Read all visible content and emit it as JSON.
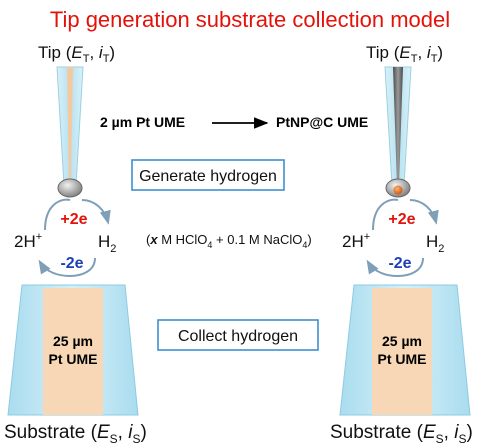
{
  "title": "Tip generation substrate collection model",
  "left_tip": {
    "label_prefix": "Tip (",
    "E": "E",
    "E_sub": "T",
    "sep": ", ",
    "i": "i",
    "i_sub": "T",
    "close": ")"
  },
  "right_tip": {
    "label_prefix": "Tip (",
    "E": "E",
    "E_sub": "T",
    "sep": ", ",
    "i": "i",
    "i_sub": "T",
    "close": ")"
  },
  "electrode_left": "2 µm Pt UME",
  "electrode_right": "PtNP@C UME",
  "generate_box": "Generate hydrogen",
  "collect_box": "Collect hydrogen",
  "left_cycle": {
    "top": "+2e",
    "left": "2H",
    "left_sup": "+",
    "right": "H",
    "right_sub": "2",
    "bottom": "-2e"
  },
  "right_cycle": {
    "top": "+2e",
    "left": "2H",
    "left_sup": "+",
    "right": "H",
    "right_sub": "2",
    "bottom": "-2e"
  },
  "electrolyte": {
    "open": "(",
    "x": "x",
    "m1": " M HClO",
    "s1": "4",
    "plus": " + 0.1 M NaClO",
    "s2": "4",
    "close": ")"
  },
  "left_substrate_inner": {
    "line1": "25 µm",
    "line2": "Pt UME"
  },
  "right_substrate_inner": {
    "line1": "25 µm",
    "line2": "Pt UME"
  },
  "left_substrate_label": {
    "prefix": "Substrate (",
    "E": "E",
    "E_sub": "S",
    "sep": ", ",
    "i": "i",
    "i_sub": "S",
    "close": ")"
  },
  "right_substrate_label": {
    "prefix": "Substrate (",
    "E": "E",
    "E_sub": "S",
    "sep": ", ",
    "i": "i",
    "i_sub": "S",
    "close": ")"
  },
  "colors": {
    "title": "#e3120b",
    "plus_e": "#e3120b",
    "minus_e": "#1e3fb5",
    "box_border": "#3f8fcf",
    "glass": "#bfe7f3",
    "pt_wire": "#f7d7b5",
    "carbon": "#6e6e6e",
    "nanoparticle": "#e46a1a"
  }
}
